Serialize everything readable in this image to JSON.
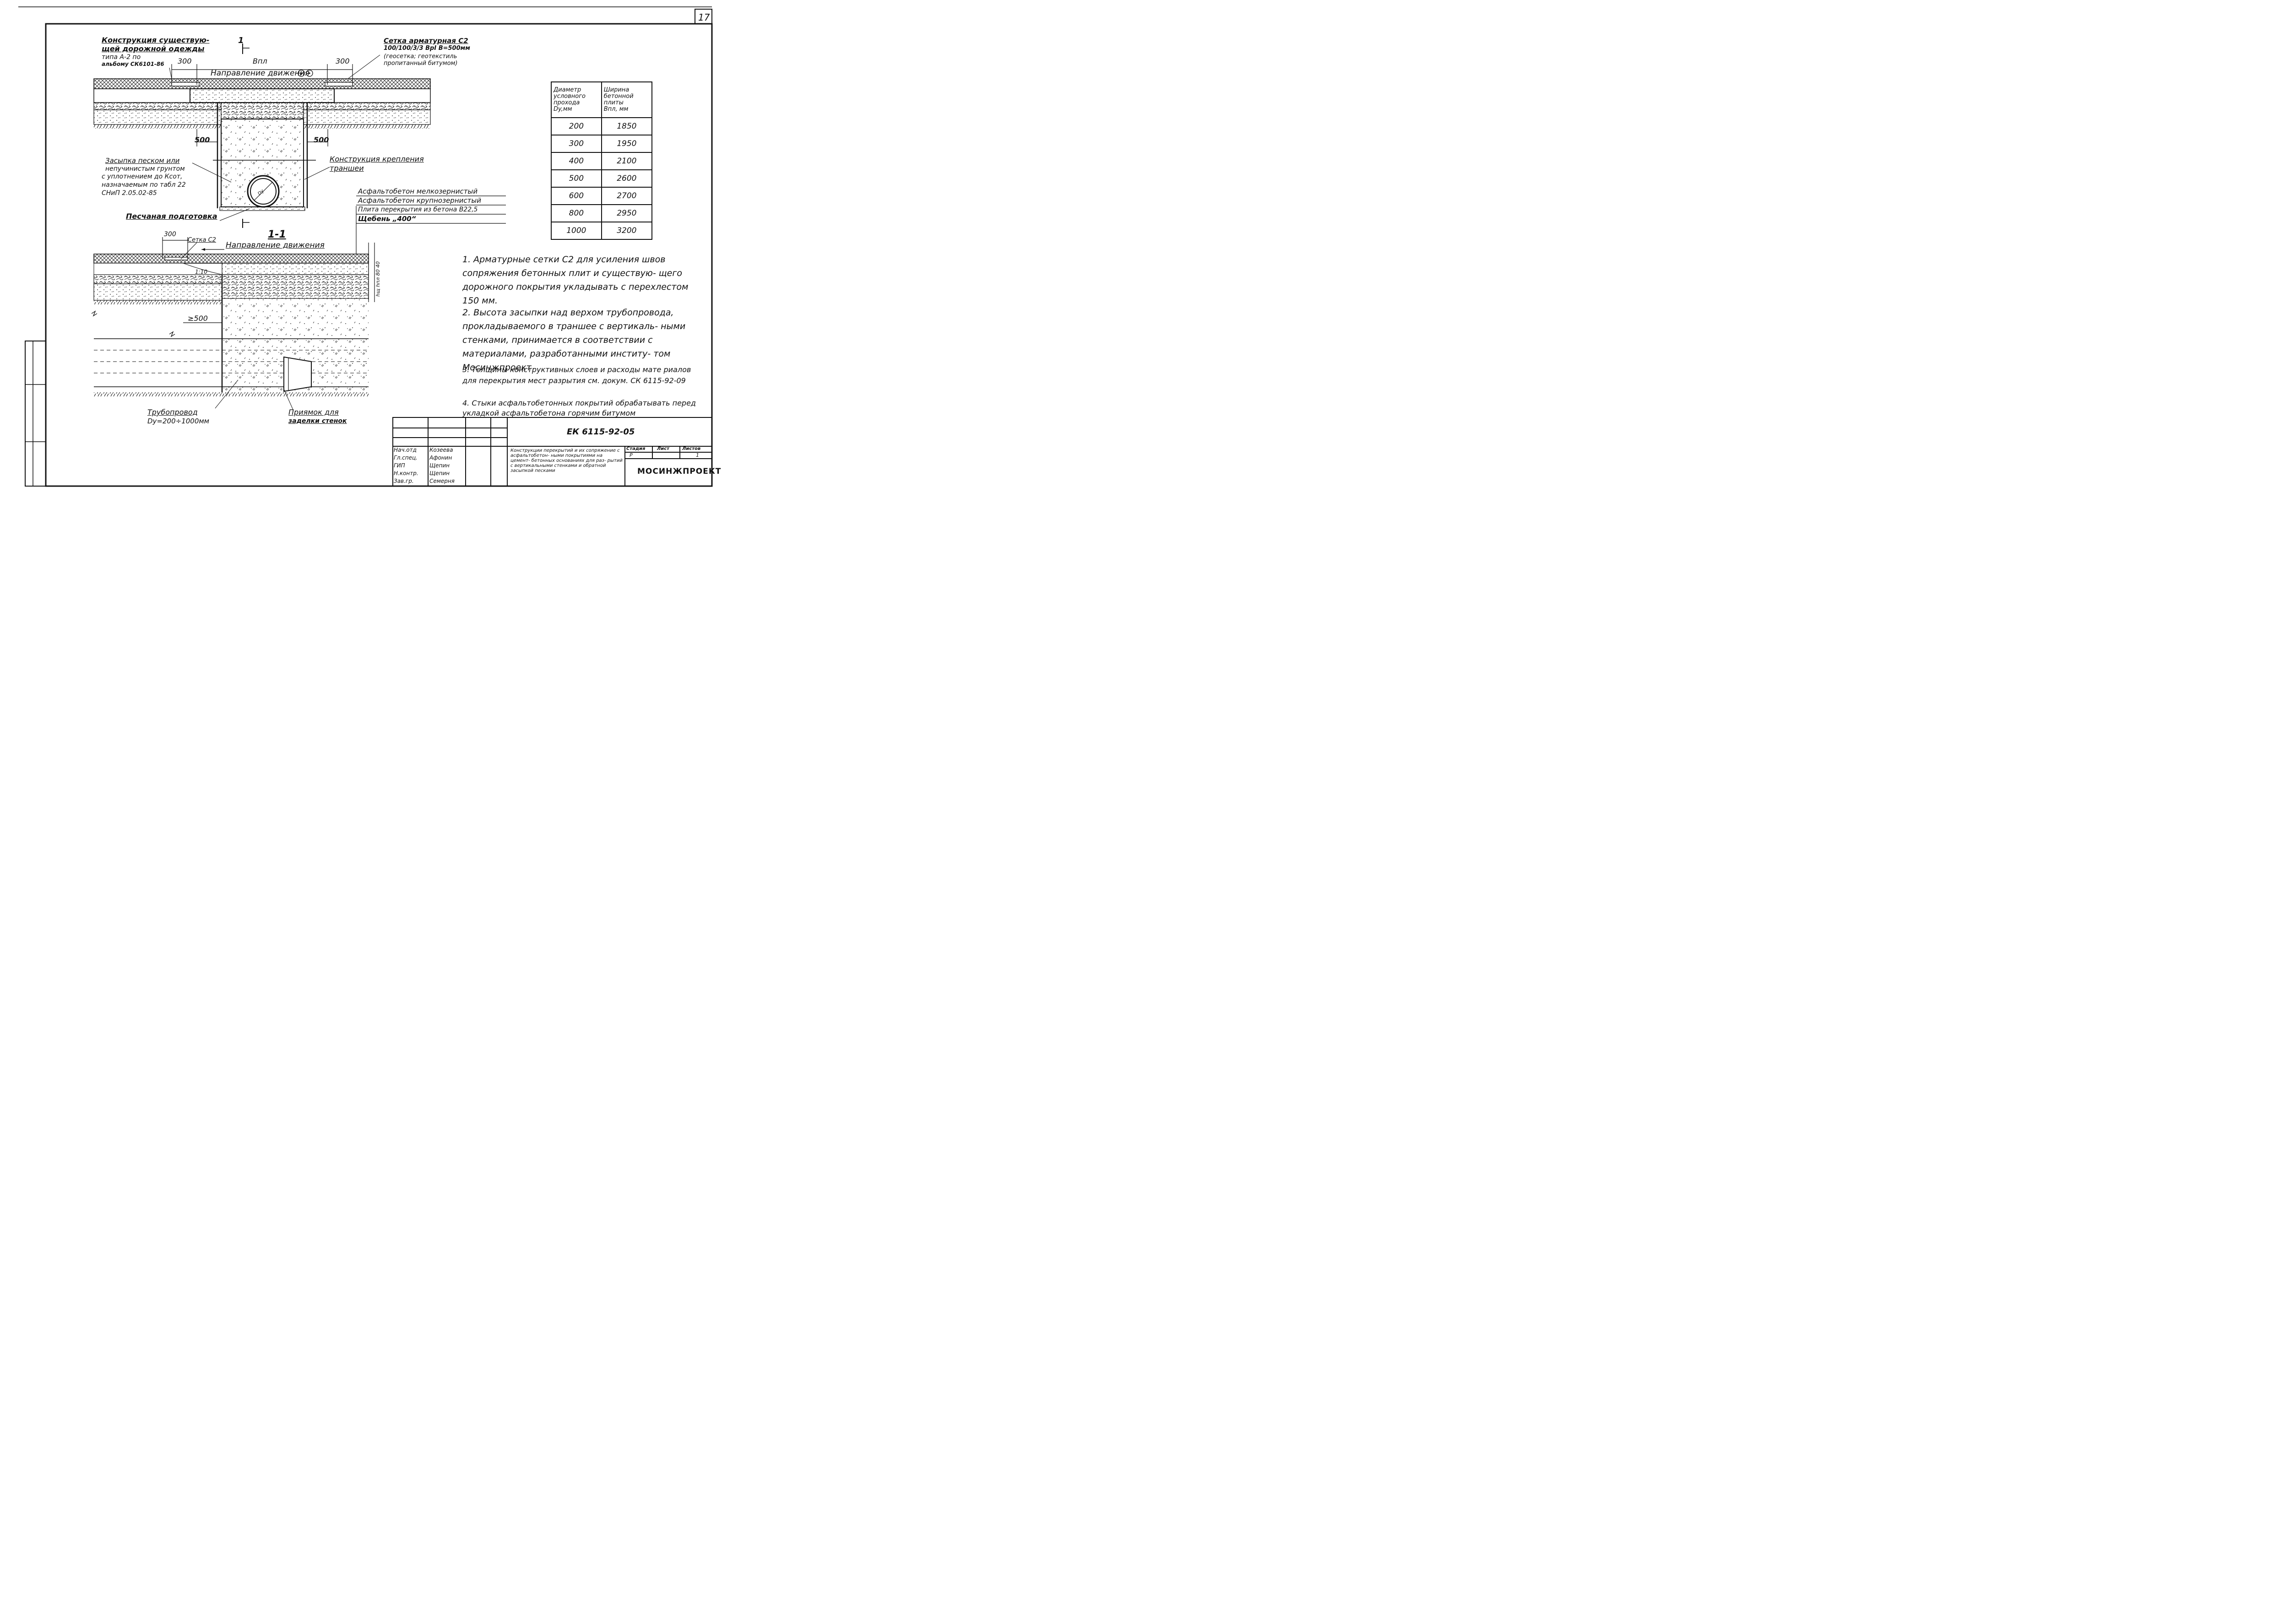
{
  "sheet": {
    "number": "17",
    "code": "ЕК 6115-92-05",
    "organization": "МОСИНЖПРОЕКТ"
  },
  "plan_labels": {
    "existing_pavement": [
      "Конструкция существую-",
      "щей дорожной одежды",
      "типа А-2 по",
      "альбому СК6101-86"
    ],
    "section_mark": "1",
    "width_label": "Впл",
    "dim_300": "300",
    "dim_500": "500",
    "traffic_direction": "Направление движения",
    "mesh": [
      "Сетка арматурная С2",
      "100/100/3/3 ВрI В=500мм",
      "(геосетка; геотекстиль",
      "пропитанный битумом)"
    ],
    "backfill": [
      "Засыпка песком или",
      "непучинистым грунтом",
      "с уплотнением до Ксот,",
      "назначаемым по табл 22",
      "СНиП 2.05.02-85"
    ],
    "trench_support": [
      "Конструкция крепления",
      "траншеи"
    ],
    "sand_bed": "Песчаная подготовка",
    "dy_label": "Dy"
  },
  "section_labels": {
    "title": "1-1",
    "layers": [
      "Асфальтобетон мелкозернистый",
      "Асфальтобетон крупнозернистый",
      "Плита перекрытия из бетона В22,5",
      "Щебень „400“"
    ],
    "dim_300": "300",
    "mesh_c2": "Сетка С2",
    "direction": "Направление движения",
    "slope": "1:10",
    "dim_500": "≥500",
    "h_label": "hщ hпл 80 40",
    "pipeline": [
      "Трубопровод",
      "Dy=200÷1000мм"
    ],
    "socket": [
      "Приямок для",
      "заделки стенок"
    ]
  },
  "diam_table": {
    "header": [
      [
        "Диаметр",
        "условного",
        "прохода",
        "Dy,мм"
      ],
      [
        "Ширина",
        "бетонной",
        "плиты",
        "Впл, мм"
      ]
    ],
    "rows": [
      [
        "200",
        "1850"
      ],
      [
        "300",
        "1950"
      ],
      [
        "400",
        "2100"
      ],
      [
        "500",
        "2600"
      ],
      [
        "600",
        "2700"
      ],
      [
        "800",
        "2950"
      ],
      [
        "1000",
        "3200"
      ]
    ]
  },
  "notes": [
    "1. Арматурные сетки С2 для усиления швов сопряжения бетонных плит и существую- щего дорожного покрытия укладывать с перехлестом 150 мм.",
    "2. Высота засыпки над верхом трубопровода, прокладываемого в траншее с вертикаль- ными стенками, принимается в соответствии с материалами, разработанными институ- том Мосинжпроект",
    "3. Толщины конструктивных слоев и расходы мате риалов для перекрытия мест разрытия см. докум. СК 6115-92-09",
    "4. Стыки асфальтобетонных покрытий обрабатывать перед укладкой асфальтобетона горячим битумом"
  ],
  "stamp": {
    "roles": [
      "Нач.отд",
      "Гл.спец.",
      "ГИП",
      "Н.контр.",
      "Зав.гр."
    ],
    "names": [
      "Козеева",
      "Афонин",
      "Щепин",
      "Щепин",
      "Семерня"
    ],
    "title": "Конструкции перекрытий и их сопряжение с асфальтобетон- ными покрытиями на цемент- бетонных основаниях для раз- рытий с вертикальными стенками и обратной засыпкой песками",
    "stage_label": "Стадия",
    "sheet_label": "Лист",
    "sheets_label": "Листов",
    "stage": "Р",
    "sheets": "1"
  }
}
